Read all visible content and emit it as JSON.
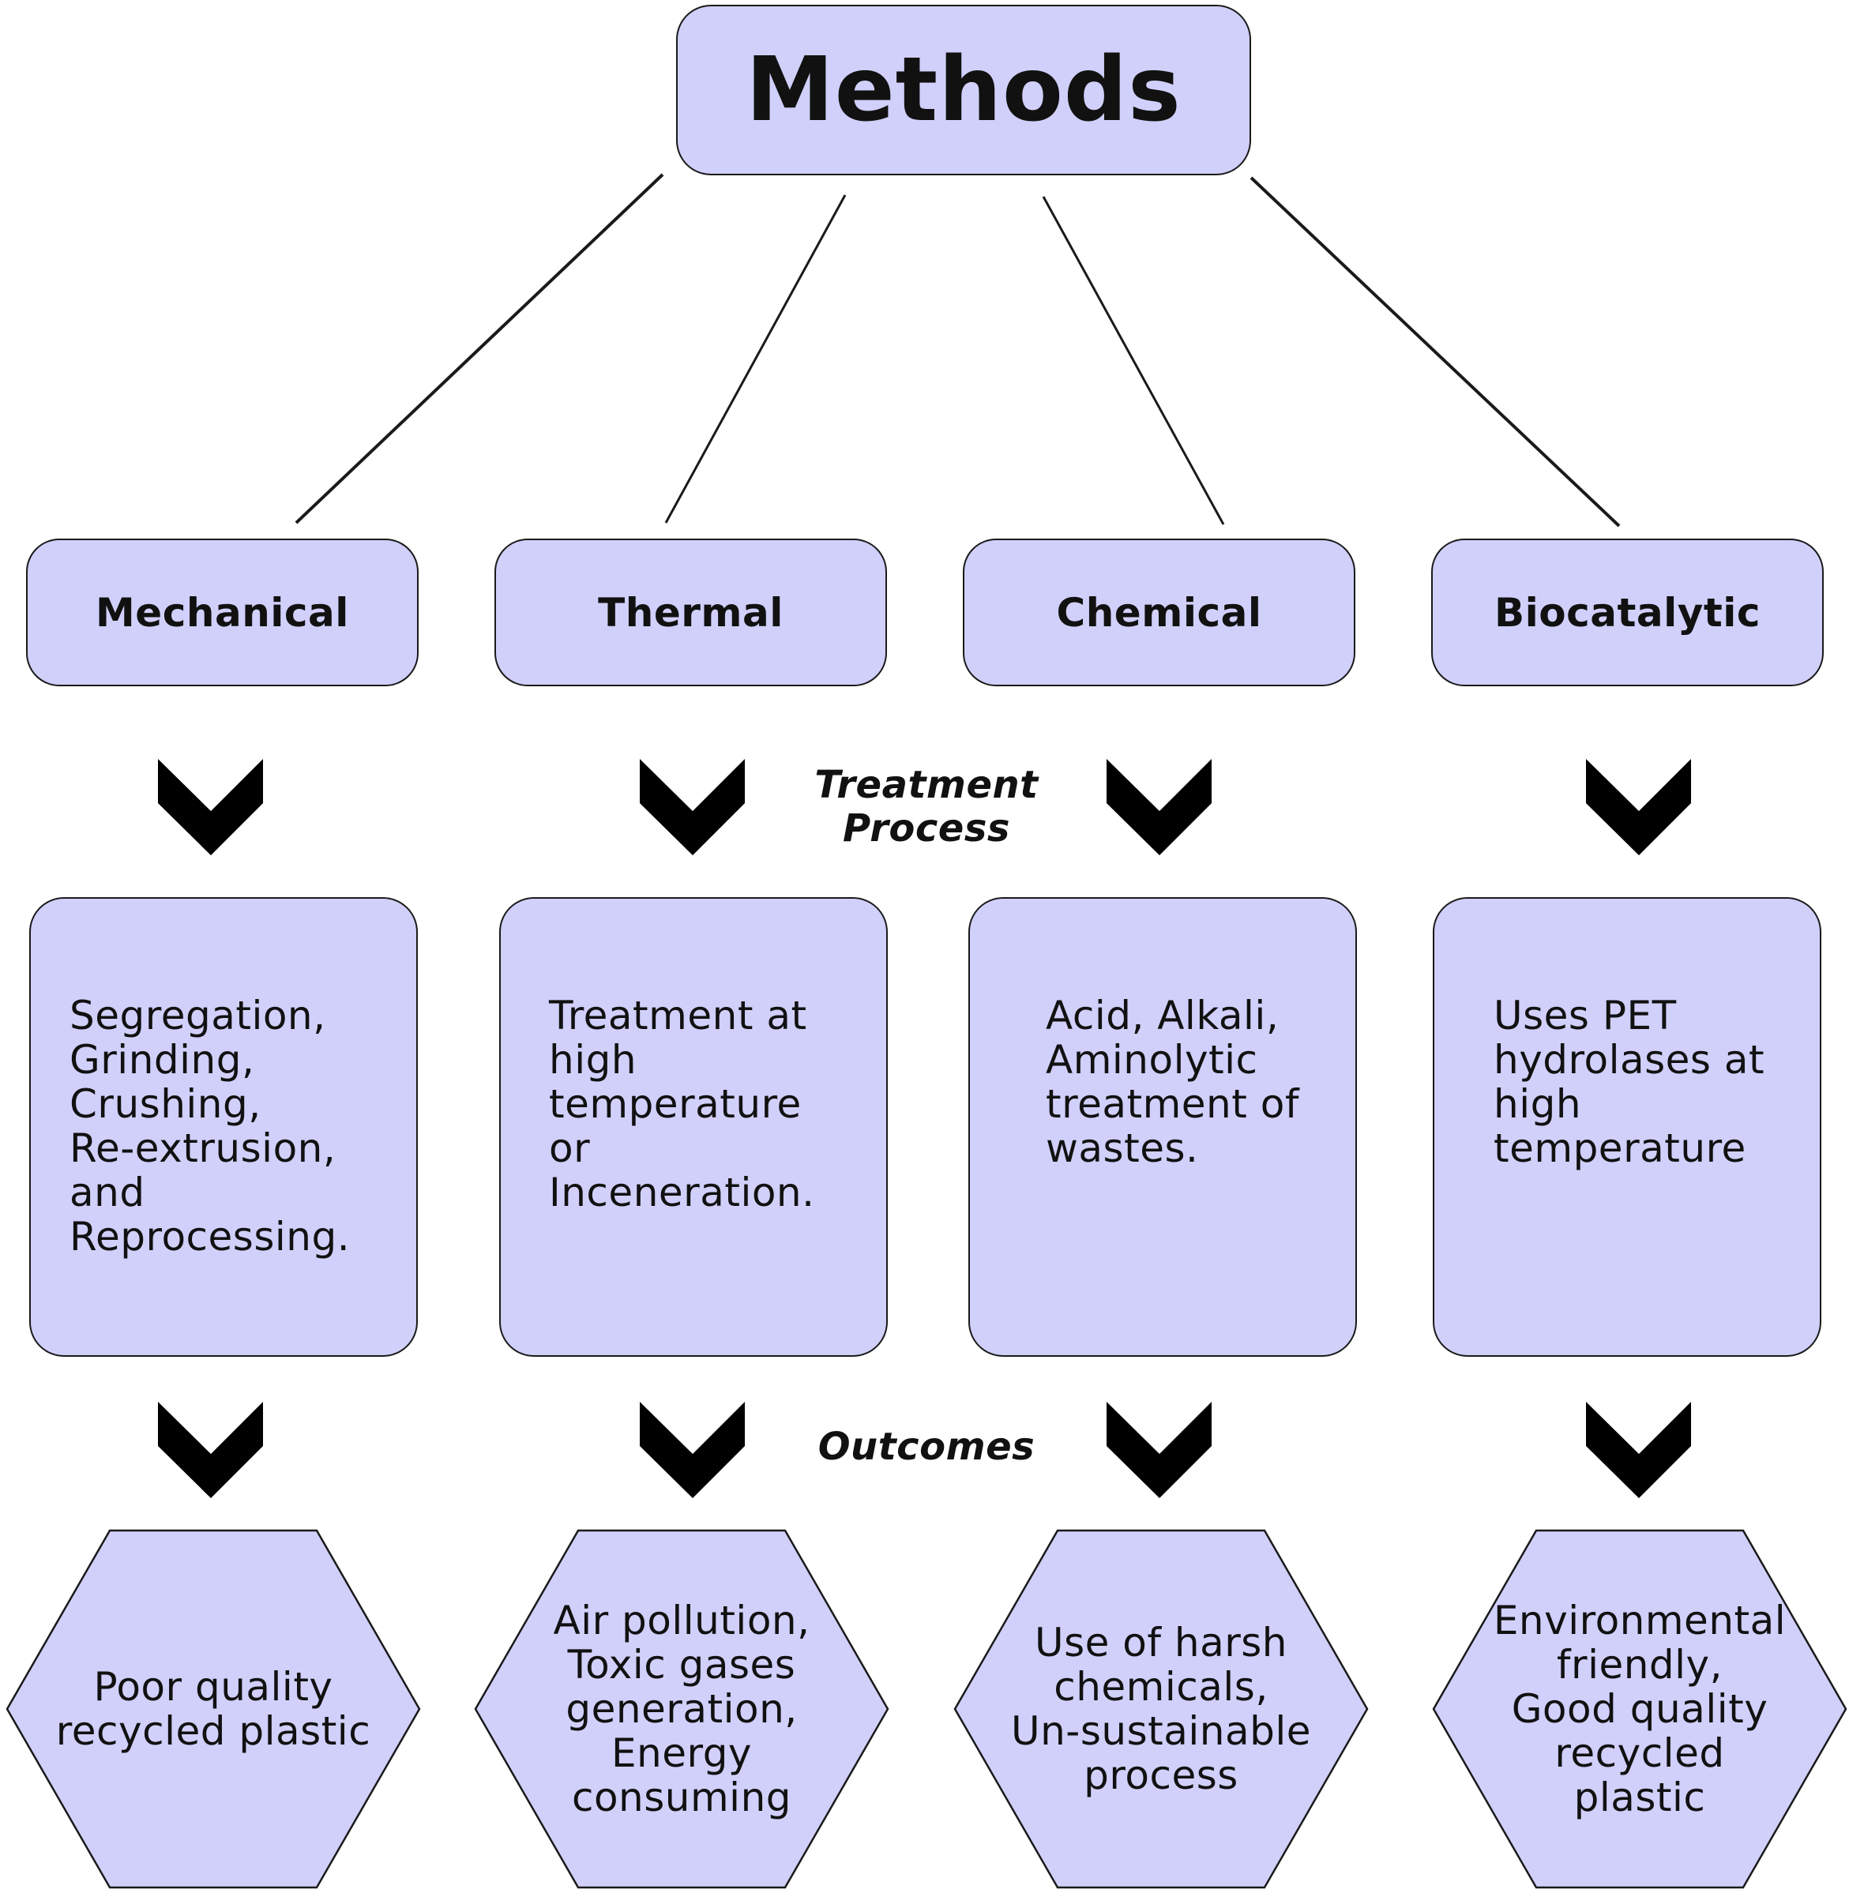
{
  "title": "Methods",
  "labels": {
    "treatment": "Treatment\nProcess",
    "outcomes": "Outcomes"
  },
  "methods": [
    {
      "name": "Mechanical",
      "process": "Segregation,\nGrinding,\nCrushing,\nRe-extrusion,\nand\nReprocessing.",
      "outcome": "Poor quality\nrecycled plastic"
    },
    {
      "name": "Thermal",
      "process": "Treatment at\nhigh\ntemperature\nor\nInceneration.",
      "outcome": "Air pollution,\nToxic gases\ngeneration,\nEnergy\nconsuming"
    },
    {
      "name": "Chemical",
      "process": "Acid, Alkali,\nAminolytic\ntreatment of\nwastes.",
      "outcome": "Use of harsh\nchemicals,\nUn-sustainable\nprocess"
    },
    {
      "name": "Biocatalytic",
      "process": "Uses PET\nhydrolases at\nhigh\ntemperature",
      "outcome": "Environmental\nfriendly,\nGood quality\nrecycled\nplastic"
    }
  ],
  "colors": {
    "fill": "#d0d0fb",
    "stroke": "#1a1a1a",
    "chevron": "#000000"
  }
}
